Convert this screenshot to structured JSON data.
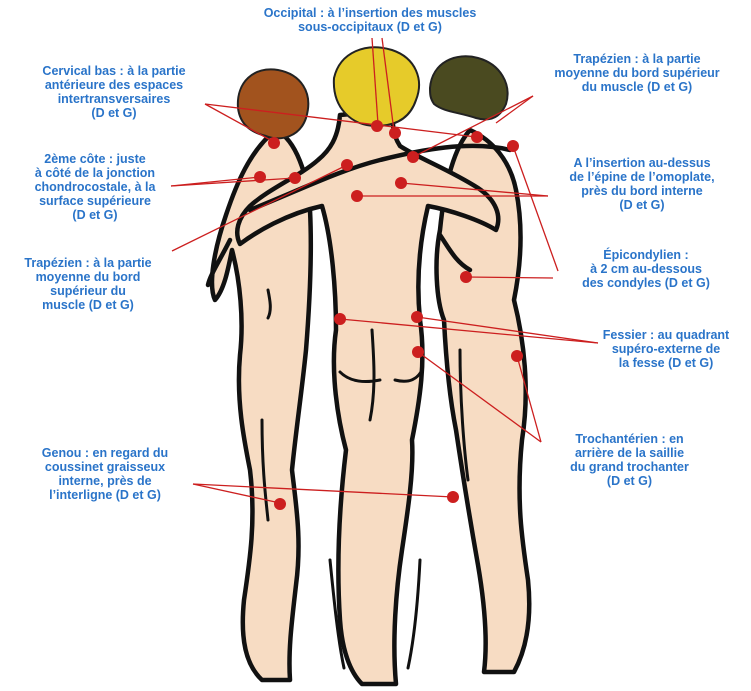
{
  "colors": {
    "label_text": "#2a74c9",
    "tender_point": "#cc1f1f",
    "leader_line": "#cc1f1f",
    "skin": "#f7dcc3",
    "outline": "#111111",
    "hair_brown": "#a2531e",
    "hair_blond": "#e6cb2a",
    "hair_dark": "#4a4a20"
  },
  "labels": {
    "occipital": "Occipital : à l’insertion des muscles\nsous-occipitaux (D et G)",
    "cervical_bas": "Cervical bas : à la partie\nantérieure des espaces\nintertransversaires\n(D et G)",
    "trapeze_right": "Trapézien : à la partie\nmoyenne du bord supérieur\ndu muscle (D et G)",
    "deuxieme_cote": "2ème côte : juste\nà côté de la jonction\nchondrocostale, à la\nsurface supérieure\n(D et G)",
    "insertion_omoplate": "A l’insertion au-dessus\nde l’épine de l’omoplate,\nprès du bord interne\n(D et G)",
    "trapeze_left": "Trapézien : à la partie\nmoyenne du bord\nsupérieur du\nmuscle (D et G)",
    "epicondylien": "Épicondylien :\nà 2 cm au-dessous\ndes condyles (D et G)",
    "fessier": "Fessier : au quadrant\nsupéro-externe de\nla fesse (D et G)",
    "trochanterien": "Trochantérien : en\narrière de la saillie\ndu grand trochanter\n(D et G)",
    "genou": "Genou : en regard du\ncoussinet graisseux\ninterne, près de\nl’interligne (D et G)"
  }
}
